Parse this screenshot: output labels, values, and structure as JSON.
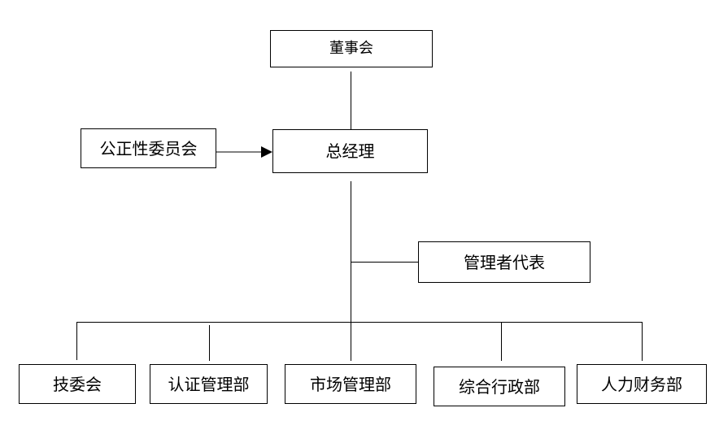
{
  "colors": {
    "line": "#000000",
    "box_border": "#000000",
    "background": "#ffffff"
  },
  "nodes": {
    "board": "董事会",
    "impartiality_committee": "公正性委员会",
    "general_manager": "总经理",
    "management_representative": "管理者代表",
    "technical_committee": "技委会",
    "certification_management": "认证管理部",
    "market_management": "市场管理部",
    "admin_department": "综合行政部",
    "hr_finance": "人力财务部"
  },
  "relations": [
    {
      "from": "board",
      "to": "general_manager",
      "type": "line"
    },
    {
      "from": "impartiality_committee",
      "to": "general_manager",
      "type": "arrow"
    },
    {
      "from": "general_manager",
      "to": "management_representative",
      "type": "line"
    },
    {
      "from": "general_manager",
      "to": "technical_committee",
      "type": "line"
    },
    {
      "from": "general_manager",
      "to": "certification_management",
      "type": "line"
    },
    {
      "from": "general_manager",
      "to": "market_management",
      "type": "line"
    },
    {
      "from": "general_manager",
      "to": "admin_department",
      "type": "line"
    },
    {
      "from": "general_manager",
      "to": "hr_finance",
      "type": "line"
    }
  ]
}
